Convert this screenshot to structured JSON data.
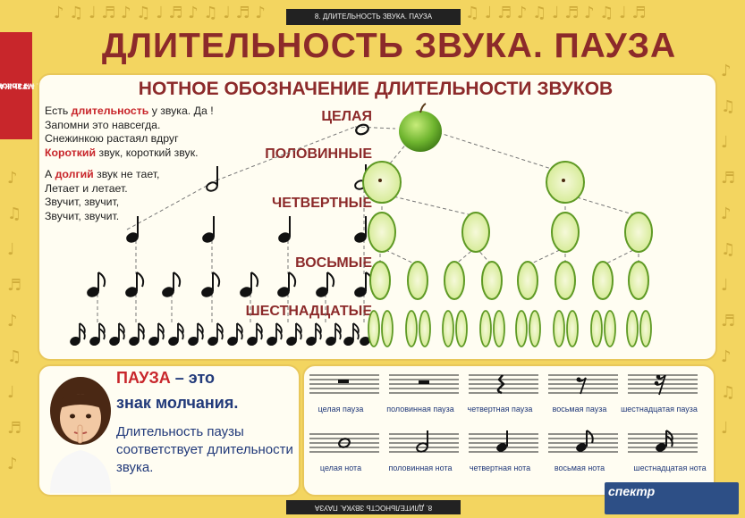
{
  "header": {
    "top_label": "8. ДЛИТЕЛЬНОСТЬ ЗВУКА. ПАУЗА",
    "bottom_label": "8. ДЛИТЕЛЬНОСТЬ ЗВУКА. ПАУЗА",
    "side_line1": "МУЗЫКА",
    "side_line2": "(1 – 4 классы)",
    "title": "ДЛИТЕЛЬНОСТЬ ЗВУКА. ПАУЗА",
    "subtitle": "НОТНОЕ ОБОЗНАЧЕНИЕ ДЛИТЕЛЬНОСТИ ЗВУКОВ"
  },
  "poem": {
    "stanza1": [
      {
        "pre": "Есть ",
        "bold": "длительность",
        "post": " у звука. Да !"
      },
      {
        "pre": "Запомни это навсегда.",
        "bold": "",
        "post": ""
      },
      {
        "pre": "Снежинкою растаял вдруг",
        "bold": "",
        "post": ""
      },
      {
        "pre": "",
        "bold": "Короткий",
        "post": " звук, короткий звук."
      }
    ],
    "stanza2": [
      {
        "pre": "А ",
        "bold": "долгий",
        "post": " звук не тает,"
      },
      {
        "pre": "Летает и летает.",
        "bold": "",
        "post": ""
      },
      {
        "pre": "Звучит, звучит,",
        "bold": "",
        "post": ""
      },
      {
        "pre": "Звучит, звучит.",
        "bold": "",
        "post": ""
      }
    ]
  },
  "categories": {
    "whole": "ЦЕЛАЯ",
    "half": "ПОЛОВИННЫЕ",
    "quarter": "ЧЕТВЕРТНЫЕ",
    "eighth": "ВОСЬМЫЕ",
    "sixteenth": "ШЕСТНАДЦАТЫЕ"
  },
  "pause": {
    "word": "ПАУЗА",
    "rest_of_line": " – это",
    "line2": "знак молчания.",
    "line3": "Длительность паузы соответствует длительности звука."
  },
  "table": {
    "rests": [
      "целая пауза",
      "половинная пауза",
      "четвертная пауза",
      "восьмая пауза",
      "шестнадцатая пауза"
    ],
    "notes": [
      "целая нота",
      "половинная нота",
      "четвертная нота",
      "восьмая нота",
      "шестнадцатая нота"
    ]
  },
  "logo": {
    "brand": "спектр"
  },
  "colors": {
    "accent": "#c8262b",
    "title": "#8c2a2a",
    "text_blue": "#223a7a",
    "background": "#f3d560",
    "apple": "#7dc142"
  }
}
